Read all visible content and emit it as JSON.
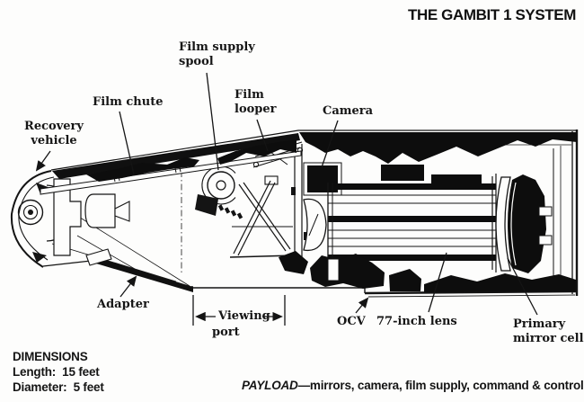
{
  "title": "THE GAMBIT 1 SYSTEM",
  "labels": {
    "recovery_1": "Recovery",
    "recovery_2": "vehicle",
    "film_chute": "Film chute",
    "supply_1": "Film supply",
    "supply_2": "spool",
    "looper_1": "Film",
    "looper_2": "looper",
    "camera": "Camera",
    "adapter": "Adapter",
    "viewing_1": "Viewing",
    "viewing_2": "port",
    "ocv": "OCV",
    "lens": "77-inch lens",
    "mirror_1": "Primary",
    "mirror_2": "mirror cell"
  },
  "dimensions_block": {
    "heading": "DIMENSIONS",
    "length": "Length:  15 feet",
    "diameter": "Diameter:  5 feet"
  },
  "payload_caption": {
    "keyword": "PAYLOAD",
    "rest": "—mirrors, camera, film supply, command & control"
  },
  "colors": {
    "ink": "#141414",
    "paper": "#fdfdfc"
  }
}
